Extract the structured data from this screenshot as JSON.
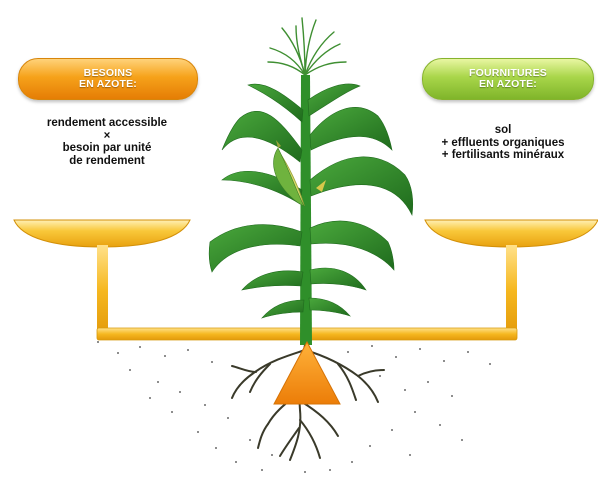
{
  "left_panel": {
    "title_lines": [
      "BESOINS",
      "EN AZOTE:"
    ],
    "body_lines": [
      "rendement accessible",
      "×",
      "besoin par unité",
      "de rendement"
    ]
  },
  "right_panel": {
    "title_lines": [
      "FOURNITURES",
      "EN AZOTE:"
    ],
    "body_lines": [
      "sol",
      "+ effluents organiques",
      "+ fertilisants minéraux"
    ]
  },
  "colors": {
    "scale_gold": "#f6b820",
    "scale_gold_light": "#ffe18a",
    "pivot_orange": "#f59a16",
    "pill_orange": "#f6a21a",
    "pill_green": "#a9d64a",
    "leaf_green": "#2f8f2a",
    "leaf_dark": "#1f6b1d",
    "roots": "#3a3a2a",
    "corn_cob": "#d6d96a"
  }
}
